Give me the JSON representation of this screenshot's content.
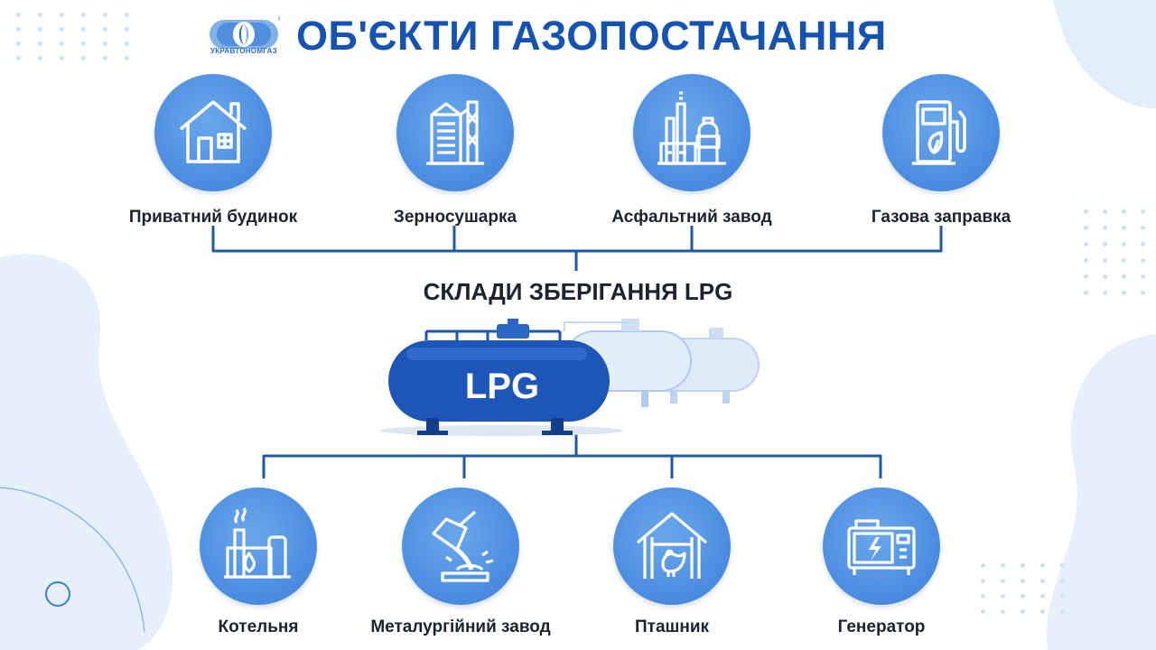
{
  "header": {
    "title": "ОБ'ЄКТИ ГАЗОПОСТАЧАННЯ",
    "logo_text": "УКРАВТОНОМГАЗ",
    "logo_mark": "®"
  },
  "center": {
    "title": "СКЛАДИ ЗБЕРІГАННЯ LPG",
    "tank_label": "LPG"
  },
  "top_nodes": [
    {
      "label": "Приватний будинок",
      "icon": "house-icon"
    },
    {
      "label": "Зерносушарка",
      "icon": "grain-dryer-icon"
    },
    {
      "label": "Асфальтний завод",
      "icon": "asphalt-plant-icon"
    },
    {
      "label": "Газова заправка",
      "icon": "gas-station-icon"
    }
  ],
  "bottom_nodes": [
    {
      "label": "Котельня",
      "icon": "boiler-house-icon"
    },
    {
      "label": "Металургійний завод",
      "icon": "metallurgical-plant-icon"
    },
    {
      "label": "Пташник",
      "icon": "poultry-house-icon"
    },
    {
      "label": "Генератор",
      "icon": "generator-icon"
    }
  ],
  "colors": {
    "title": "#1453b4",
    "circle": "#4a8be0",
    "connector": "#1f58a8",
    "tank_primary": "#1d56b8",
    "tank_secondary": "#d6e5f8"
  }
}
